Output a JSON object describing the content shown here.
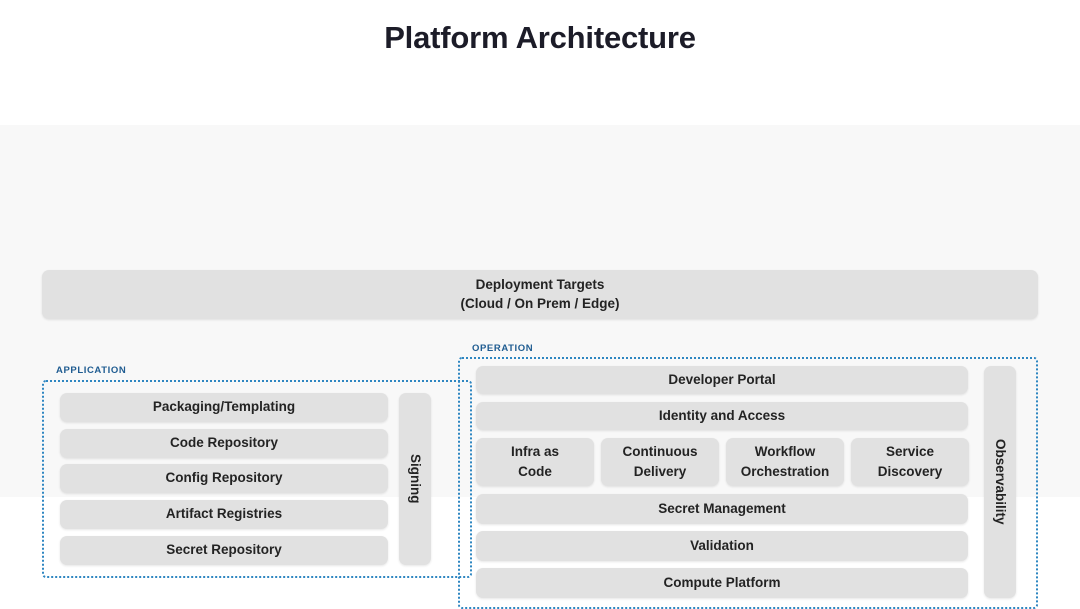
{
  "title": "Platform Architecture",
  "deployment": {
    "line1": "Deployment Targets",
    "line2": "(Cloud / On Prem / Edge)"
  },
  "groups": {
    "application": {
      "label": "APPLICATION",
      "items": [
        "Packaging/Templating",
        "Code Repository",
        "Config Repository",
        "Artifact Registries",
        "Secret Repository"
      ],
      "side": "Signing"
    },
    "operation": {
      "label": "OPERATION",
      "top_items": [
        "Developer Portal",
        "Identity and Access"
      ],
      "quad_items": [
        {
          "line1": "Infra as",
          "line2": "Code"
        },
        {
          "line1": "Continuous",
          "line2": "Delivery"
        },
        {
          "line1": "Workflow",
          "line2": "Orchestration"
        },
        {
          "line1": "Service",
          "line2": "Discovery"
        }
      ],
      "bottom_items": [
        "Secret Management",
        "Validation",
        "Compute Platform"
      ],
      "side": "Observability"
    }
  },
  "colors": {
    "node_fill": "#e1e1e1",
    "node_text": "#232323",
    "group_border": "#2e86c1",
    "group_label": "#1f5c91",
    "canvas_bg": "#f8f8f8",
    "page_bg": "#ffffff",
    "title_text": "#1c1c28"
  }
}
